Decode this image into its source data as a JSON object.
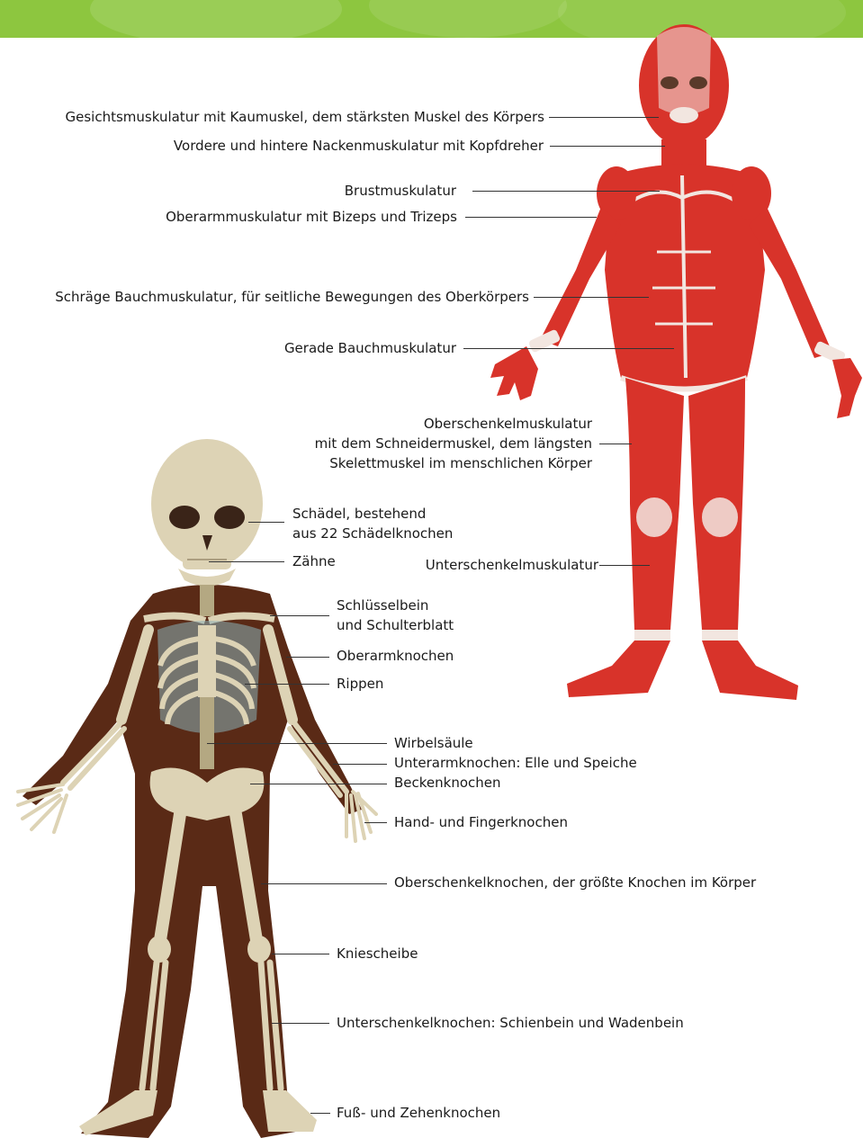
{
  "colors": {
    "banner_green": "#8dc63f",
    "muscle_red": "#d8332a",
    "tendon_light": "#f2e6e0",
    "bone": "#ddd3b5",
    "bone_shadow": "#b4a882",
    "body_dark": "#5a2a16",
    "leader_line": "#333333"
  },
  "muscles": {
    "face": "Gesichtsmuskulatur mit Kaumuskel, dem stärksten Muskel des Körpers",
    "neck": "Vordere und hintere Nackenmuskulatur mit Kopfdreher",
    "chest": "Brustmuskulatur",
    "upper_arm": "Oberarmmuskulatur mit Bizeps und Trizeps",
    "oblique": "Schräge Bauchmuskulatur, für seitliche Bewegungen des Oberkörpers",
    "rectus": "Gerade Bauchmuskulatur",
    "thigh_1": "Oberschenkelmuskulatur",
    "thigh_2": "mit dem Schneidermuskel, dem längsten",
    "thigh_3": "Skelettmuskel im menschlichen Körper",
    "calf": "Unterschenkelmuskulatur"
  },
  "bones": {
    "skull_1": "Schädel, bestehend",
    "skull_2": "aus 22 Schädelknochen",
    "teeth": "Zähne",
    "clavicle_1": "Schlüsselbein",
    "clavicle_2": "und Schulterblatt",
    "humerus": "Oberarmknochen",
    "ribs": "Rippen",
    "spine": "Wirbelsäule",
    "forearm": "Unterarmknochen: Elle und Speiche",
    "pelvis": "Beckenknochen",
    "hand": "Hand- und Fingerknochen",
    "femur": "Oberschenkelknochen, der größte Knochen im Körper",
    "kneecap": "Kniescheibe",
    "lower_leg": "Unterschenkelknochen: Schienbein und Wadenbein",
    "foot": "Fuß- und Zehenknochen"
  }
}
